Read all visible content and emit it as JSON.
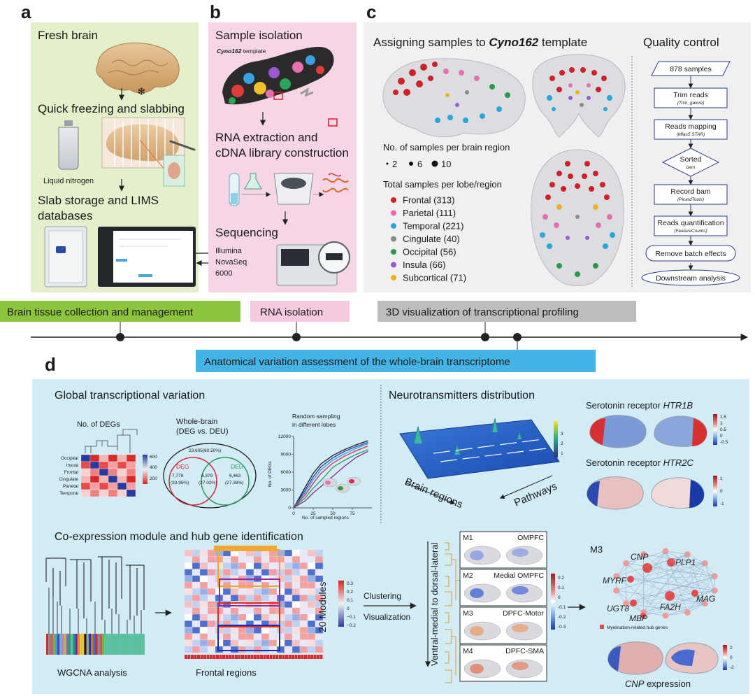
{
  "panels": {
    "a": "a",
    "b": "b",
    "c": "c",
    "d": "d"
  },
  "panel_a": {
    "step1": "Fresh brain",
    "step2": "Quick freezing and slabbing",
    "liquid_n2": "Liquid nitrogen",
    "step3_l1": "Slab storage and LIMS",
    "step3_l2": "databases"
  },
  "panel_b": {
    "step1": "Sample isolation",
    "template_name": "Cyno162",
    "template_suffix": " template",
    "step2_l1": "RNA extraction and",
    "step2_l2": "cDNA library construction",
    "step3": "Sequencing",
    "illumina": [
      "Illumina",
      "NovaSeq",
      "6000"
    ]
  },
  "panel_c": {
    "title_pre": "Assigning samples to ",
    "title_em": "Cyno162",
    "title_post": " template",
    "qc_title": "Quality control",
    "samples_per_region": "No. of samples per brain region",
    "size_legend": [
      "2",
      "6",
      "10"
    ],
    "total_title": "Total samples per lobe/region",
    "lobes": [
      {
        "label": "Frontal (313)",
        "color": "#d0202a"
      },
      {
        "label": "Parietal (111)",
        "color": "#e66fb0"
      },
      {
        "label": "Temporal (221)",
        "color": "#2aa6d8"
      },
      {
        "label": "Cingulate (40)",
        "color": "#8a8a8a"
      },
      {
        "label": "Occipital (56)",
        "color": "#2a9a4a"
      },
      {
        "label": "Insula (66)",
        "color": "#9a5bd0"
      },
      {
        "label": "Subcortical (71)",
        "color": "#f0b020"
      }
    ],
    "qc_steps": [
      {
        "main": "878 samples",
        "sub": ""
      },
      {
        "main": "Trim reads",
        "sub": "(Trim_galore)"
      },
      {
        "main": "Reads mapping",
        "sub": "(Mfas5 STAR)"
      },
      {
        "main": "Sorted",
        "sub": "bam"
      },
      {
        "main": "Record bam",
        "sub": "(PicardTools)"
      },
      {
        "main": "Reads quantification",
        "sub": "(FeatureCounts)"
      },
      {
        "main": "Remove batch effects",
        "sub": ""
      },
      {
        "main": "Downstream analysis",
        "sub": ""
      }
    ]
  },
  "timeline": {
    "brain_tissue": "Brain tissue collection and management",
    "rna": "RNA isolation",
    "viz": "3D visualization of transcriptional profiling",
    "anatomical": "Anatomical variation assessment of the whole-brain transcriptome"
  },
  "panel_d": {
    "global_title": "Global transcriptional variation",
    "no_degs": "No. of DEGs",
    "heatmap_rows": [
      "Occipital",
      "Insula",
      "Frontal",
      "Cingulate",
      "Parietal",
      "Temporal"
    ],
    "heat_ticks": [
      "600",
      "400",
      "200"
    ],
    "whole_brain_l1": "Whole-brain",
    "whole_brain_l2": "(DEG vs. DEU)",
    "venn_total": "23,605(80.50%)",
    "deg_label": "DEG",
    "deg_val": "7,779",
    "deg_pct": "(33.95%)",
    "overlap_val": "6,379",
    "overlap_pct": "(27.02%)",
    "deu_label": "DEU",
    "deu_val": "6,463",
    "deu_pct": "(27.38%)",
    "random_l1": "Random sampling",
    "random_l2": "in different lobes",
    "line_ylabel": "No. of DEGs",
    "line_xlabel": "No. of sampled regions",
    "line_yticks": [
      "12000",
      "9000",
      "6000",
      "3000",
      "0"
    ],
    "line_xticks": [
      "0",
      "25",
      "50",
      "75"
    ],
    "neuro_title": "Neurotransmitters distribution",
    "neuro_ticks": [
      "3",
      "2",
      "1"
    ],
    "brain_regions": "Brain regions",
    "pathways": "Pathways",
    "htr1b_pre": "Serotonin receptor ",
    "htr1b": "HTR1B",
    "htr1b_ticks": [
      "1.5",
      "1",
      "0.5",
      "0",
      "-0.5"
    ],
    "htr2c_pre": "Serotonin receptor ",
    "htr2c": "HTR2C",
    "htr2c_ticks": [
      "1",
      "0",
      "-1"
    ],
    "coexp_title": "Co-expression module and hub gene identification",
    "wgcna": "WGCNA analysis",
    "frontal_regions": "Frontal regions",
    "modules_label": "20 Modules",
    "mod_ticks": [
      "0.3",
      "0.2",
      "0.1",
      "0",
      "−0.1",
      "−0.2"
    ],
    "clustering": "Clustering",
    "visualization": "Visualization",
    "axis_vertical": "Ventral-medial to dorsal-lateral",
    "modules": [
      {
        "id": "M1",
        "name": "OMPFC"
      },
      {
        "id": "M2",
        "name": "Medial OMPFC"
      },
      {
        "id": "M3",
        "name": "DPFC-Motor"
      },
      {
        "id": "M4",
        "name": "DPFC-SMA"
      }
    ],
    "small_ticks": [
      "0.2",
      "0.1",
      "0",
      "-0.1",
      "-0.2",
      "-0.3"
    ],
    "m3_label": "M3",
    "hub_genes": [
      "CNP",
      "PLP1",
      "MYRF",
      "UGT8",
      "FA2H",
      "MAG",
      "MBP"
    ],
    "hub_legend": "Myelination-related hub genes",
    "cnp_gene": "CNP",
    "cnp_suffix": " expression",
    "cnp_ticks": [
      "2",
      "0",
      "-2"
    ]
  },
  "chart_data": {
    "type": "line",
    "xlabel": "No. of sampled regions",
    "ylabel": "No. of DEGs",
    "xlim": [
      0,
      100
    ],
    "ylim": [
      0,
      12000
    ],
    "x": [
      0,
      15,
      25,
      35,
      50,
      65,
      80,
      95
    ],
    "series": [
      {
        "values": [
          0,
          3500,
          5800,
          7400,
          8800,
          9800,
          10600,
          11300
        ],
        "color": "#1a1a1a"
      },
      {
        "values": [
          0,
          3000,
          5200,
          6900,
          8400,
          9500,
          10300,
          11000
        ],
        "color": "#2a3ab0"
      },
      {
        "values": [
          0,
          2600,
          4700,
          6400,
          8000,
          9100,
          10000,
          10800
        ],
        "color": "#3a9ad8"
      },
      {
        "values": [
          0,
          2200,
          4100,
          5800,
          7500,
          8700,
          9600,
          10400
        ],
        "color": "#d02a5a"
      },
      {
        "values": [
          0,
          1700,
          3300,
          4600,
          6800,
          8000,
          9000,
          9800
        ],
        "color": "#2a9a5a"
      },
      {
        "values": [
          0,
          1200,
          2500,
          3600,
          5300,
          7000,
          8500,
          9500
        ],
        "color": "#8a2a8a"
      }
    ]
  }
}
